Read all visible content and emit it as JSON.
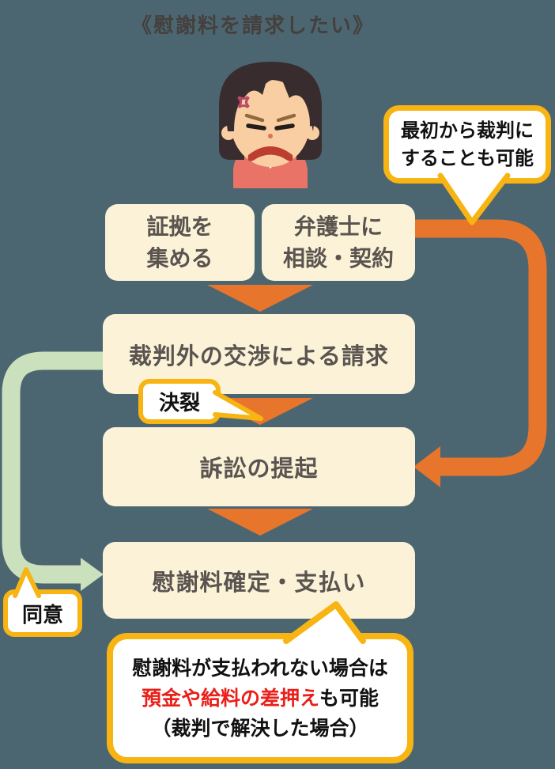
{
  "title": "《慰謝料を請求したい》",
  "flow": {
    "step_evidence": {
      "line1": "証拠を",
      "line2": "集める"
    },
    "step_lawyer": {
      "line1": "弁護士に",
      "line2": "相談・契約"
    },
    "step_negotiation": "裁判外の交渉による請求",
    "step_lawsuit": "訴訟の提起",
    "step_payment": "慰謝料確定・支払い"
  },
  "callouts": {
    "direct_trial": {
      "line1": "最初から裁判に",
      "line2": "することも可能"
    },
    "breakdown": "決裂",
    "agreement": "同意",
    "seizure": {
      "line1": "慰謝料が支払われない場合は",
      "line2_red": "預金や給料の差押え",
      "line2_rest": "も可能",
      "line3": "（裁判で解決した場合）"
    }
  },
  "illustration": {
    "name": "angry-woman"
  },
  "colors": {
    "background": "#4C6671",
    "box_fill": "#FCF2D7",
    "box_text": "#5A5450",
    "arrow_orange": "#E8752C",
    "arrow_green": "#CBE0BC",
    "bubble_border": "#F7B412",
    "bubble_fill": "#FFFFFF",
    "emphasis_red": "#EA1F1A",
    "title_text": "#45403D"
  }
}
